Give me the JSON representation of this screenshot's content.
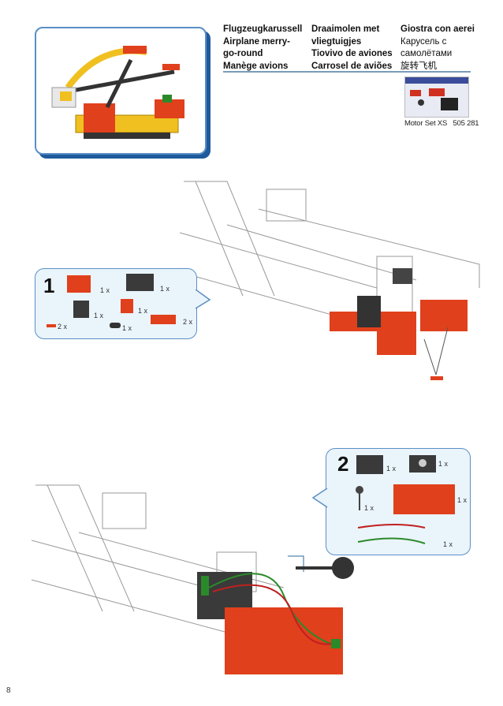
{
  "titles": {
    "col1": [
      "Flugzeugkarussell",
      "Airplane merry-",
      "go-round",
      "Manège avions"
    ],
    "col2": [
      "Draaimolen met",
      "vliegtuigjes",
      "Tiovivo de aviones",
      "Carrosel de aviões"
    ],
    "col3": [
      "Giostra con aerei",
      "Карусель с",
      "самолётами",
      "旋转飞机"
    ]
  },
  "product": {
    "name": "Motor Set XS",
    "number": "505 281"
  },
  "step1": {
    "number": "1",
    "quantities": [
      "1 x",
      "1 x",
      "1 x",
      "1 x",
      "2 x",
      "1 x",
      "2 x"
    ]
  },
  "step2": {
    "number": "2",
    "quantities": [
      "1 x",
      "1 x",
      "1 x",
      "1 x",
      "1 x"
    ]
  },
  "page_number": "8",
  "colors": {
    "accent": "#5b8fc6",
    "brick_red": "#e0401c",
    "brick_black": "#2a2a2a"
  }
}
